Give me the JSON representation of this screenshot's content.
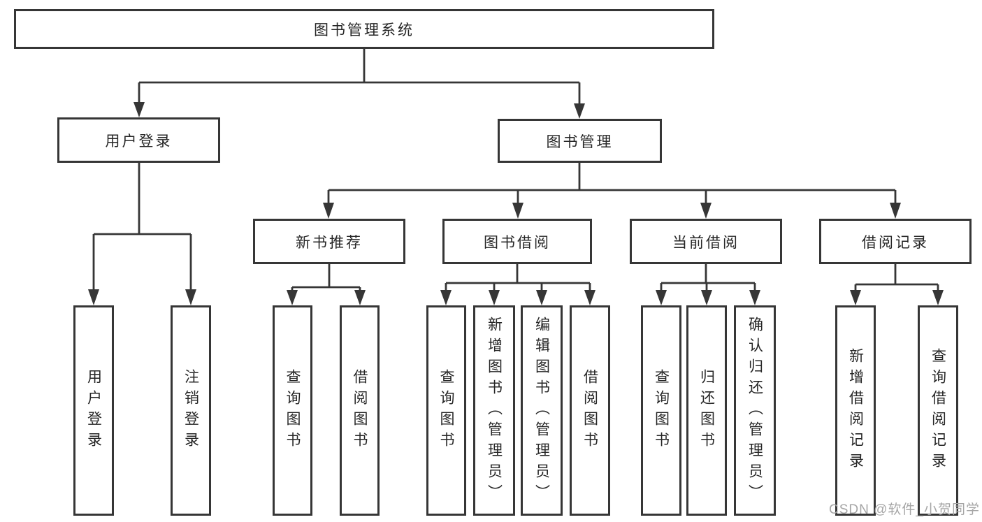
{
  "diagram_title": "图书管理系统",
  "tree": {
    "root": {
      "label": "图书管理系统"
    },
    "level2": [
      {
        "label": "用户登录",
        "parent": "图书管理系统"
      },
      {
        "label": "图书管理",
        "parent": "图书管理系统"
      }
    ],
    "level3": [
      {
        "label": "新书推荐",
        "parent": "图书管理"
      },
      {
        "label": "图书借阅",
        "parent": "图书管理"
      },
      {
        "label": "当前借阅",
        "parent": "图书管理"
      },
      {
        "label": "借阅记录",
        "parent": "图书管理"
      }
    ],
    "leaves": [
      {
        "label": "用户登录",
        "parent": "用户登录"
      },
      {
        "label": "注销登录",
        "parent": "用户登录"
      },
      {
        "label": "查询图书",
        "parent": "新书推荐"
      },
      {
        "label": "借阅图书",
        "parent": "新书推荐"
      },
      {
        "label": "查询图书",
        "parent": "图书借阅"
      },
      {
        "label": "新增图书（管理员）",
        "parent": "图书借阅"
      },
      {
        "label": "编辑图书（管理员）",
        "parent": "图书借阅"
      },
      {
        "label": "借阅图书",
        "parent": "图书借阅"
      },
      {
        "label": "查询图书",
        "parent": "当前借阅"
      },
      {
        "label": "归还图书",
        "parent": "当前借阅"
      },
      {
        "label": "确认归还（管理员）",
        "parent": "当前借阅"
      },
      {
        "label": "新增借阅记录",
        "parent": "借阅记录"
      },
      {
        "label": "查询借阅记录",
        "parent": "借阅记录"
      }
    ]
  },
  "watermark": {
    "text": "CSDN @软件_小贺同学",
    "color": "#a6a6a6"
  },
  "colors": {
    "line": "#363636",
    "box_border": "#363636",
    "text": "#262626",
    "background": "#ffffff"
  }
}
